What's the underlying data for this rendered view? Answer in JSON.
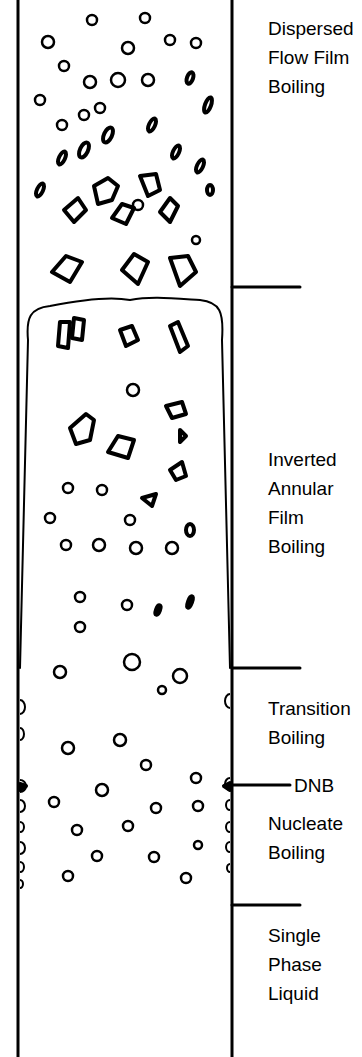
{
  "diagram": {
    "labels": [
      "Dispersed Flow Film Boiling",
      "Inverted Annular Film Boiling",
      "Transition Boiling",
      "DNB",
      "Nucleate Boiling",
      "Single Phase Liquid"
    ]
  }
}
